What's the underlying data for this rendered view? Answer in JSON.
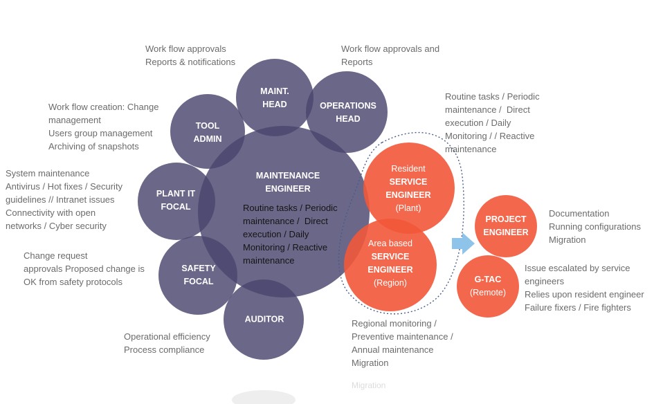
{
  "colors": {
    "role_circle": "#4a466e",
    "service_circle": "#f2583a",
    "overlap_red": "#f03c2b",
    "annotation_text": "#6b6b6b",
    "arrow": "#8fc4ea",
    "dotted_outline": "#4a5a8a"
  },
  "circles": {
    "maint_head": [
      "MAINT.",
      "HEAD"
    ],
    "operations_head": [
      "OPERATIONS",
      "HEAD"
    ],
    "tool_admin": [
      "TOOL",
      "ADMIN"
    ],
    "maintenance_engineer": [
      "MAINTENANCE",
      "ENGINEER"
    ],
    "plant_it_focal": [
      "PLANT IT",
      "FOCAL"
    ],
    "safety_focal": [
      "SAFETY",
      "FOCAL"
    ],
    "auditor": "AUDITOR",
    "resident": {
      "line1": "Resident",
      "line2": "SERVICE",
      "line3": "ENGINEER",
      "line4": "(Plant)"
    },
    "area_based": {
      "line1": "Area based",
      "line2": "SERVICE",
      "line3": "ENGINEER",
      "line4": "(Region)"
    },
    "project_engineer": [
      "PROJECT",
      "ENGINEER"
    ],
    "gtac": {
      "line1": "G-TAC",
      "line2": "(Remote)"
    }
  },
  "maintenance_engineer_desc": "Routine tasks / Periodic\nmaintenance /  Direct\nexecution / Daily\nMonitoring / Reactive\nmaintenance",
  "annotations": {
    "maint_head": "Work flow approvals\nReports & notifications",
    "operations_head": "Work flow approvals and\nReports",
    "tool_admin": "Work flow creation: Change\nmanagement\nUsers group management\nArchiving of snapshots",
    "plant_it": "System maintenance\nAntivirus / Hot fixes / Security\nguidelines // Intranet issues\nConnectivity with open\nnetworks / Cyber security",
    "safety": "Change request\napprovals Proposed change is\nOK from safety protocols",
    "auditor": "Operational efficiency\nProcess compliance",
    "resident": "Routine tasks / Periodic\nmaintenance /  Direct\nexecution / Daily\nMonitoring / / Reactive\nmaintenance",
    "area_based": "Regional monitoring /\nPreventive maintenance /\nAnnual maintenance\nMigration",
    "project": "Documentation\nRunning configurations\nMigration",
    "gtac": "Issue escalated by service\nengineers\nRelies upon resident engineer\nFailure fixers / Fire fighters"
  },
  "ghost_text": "Migration"
}
